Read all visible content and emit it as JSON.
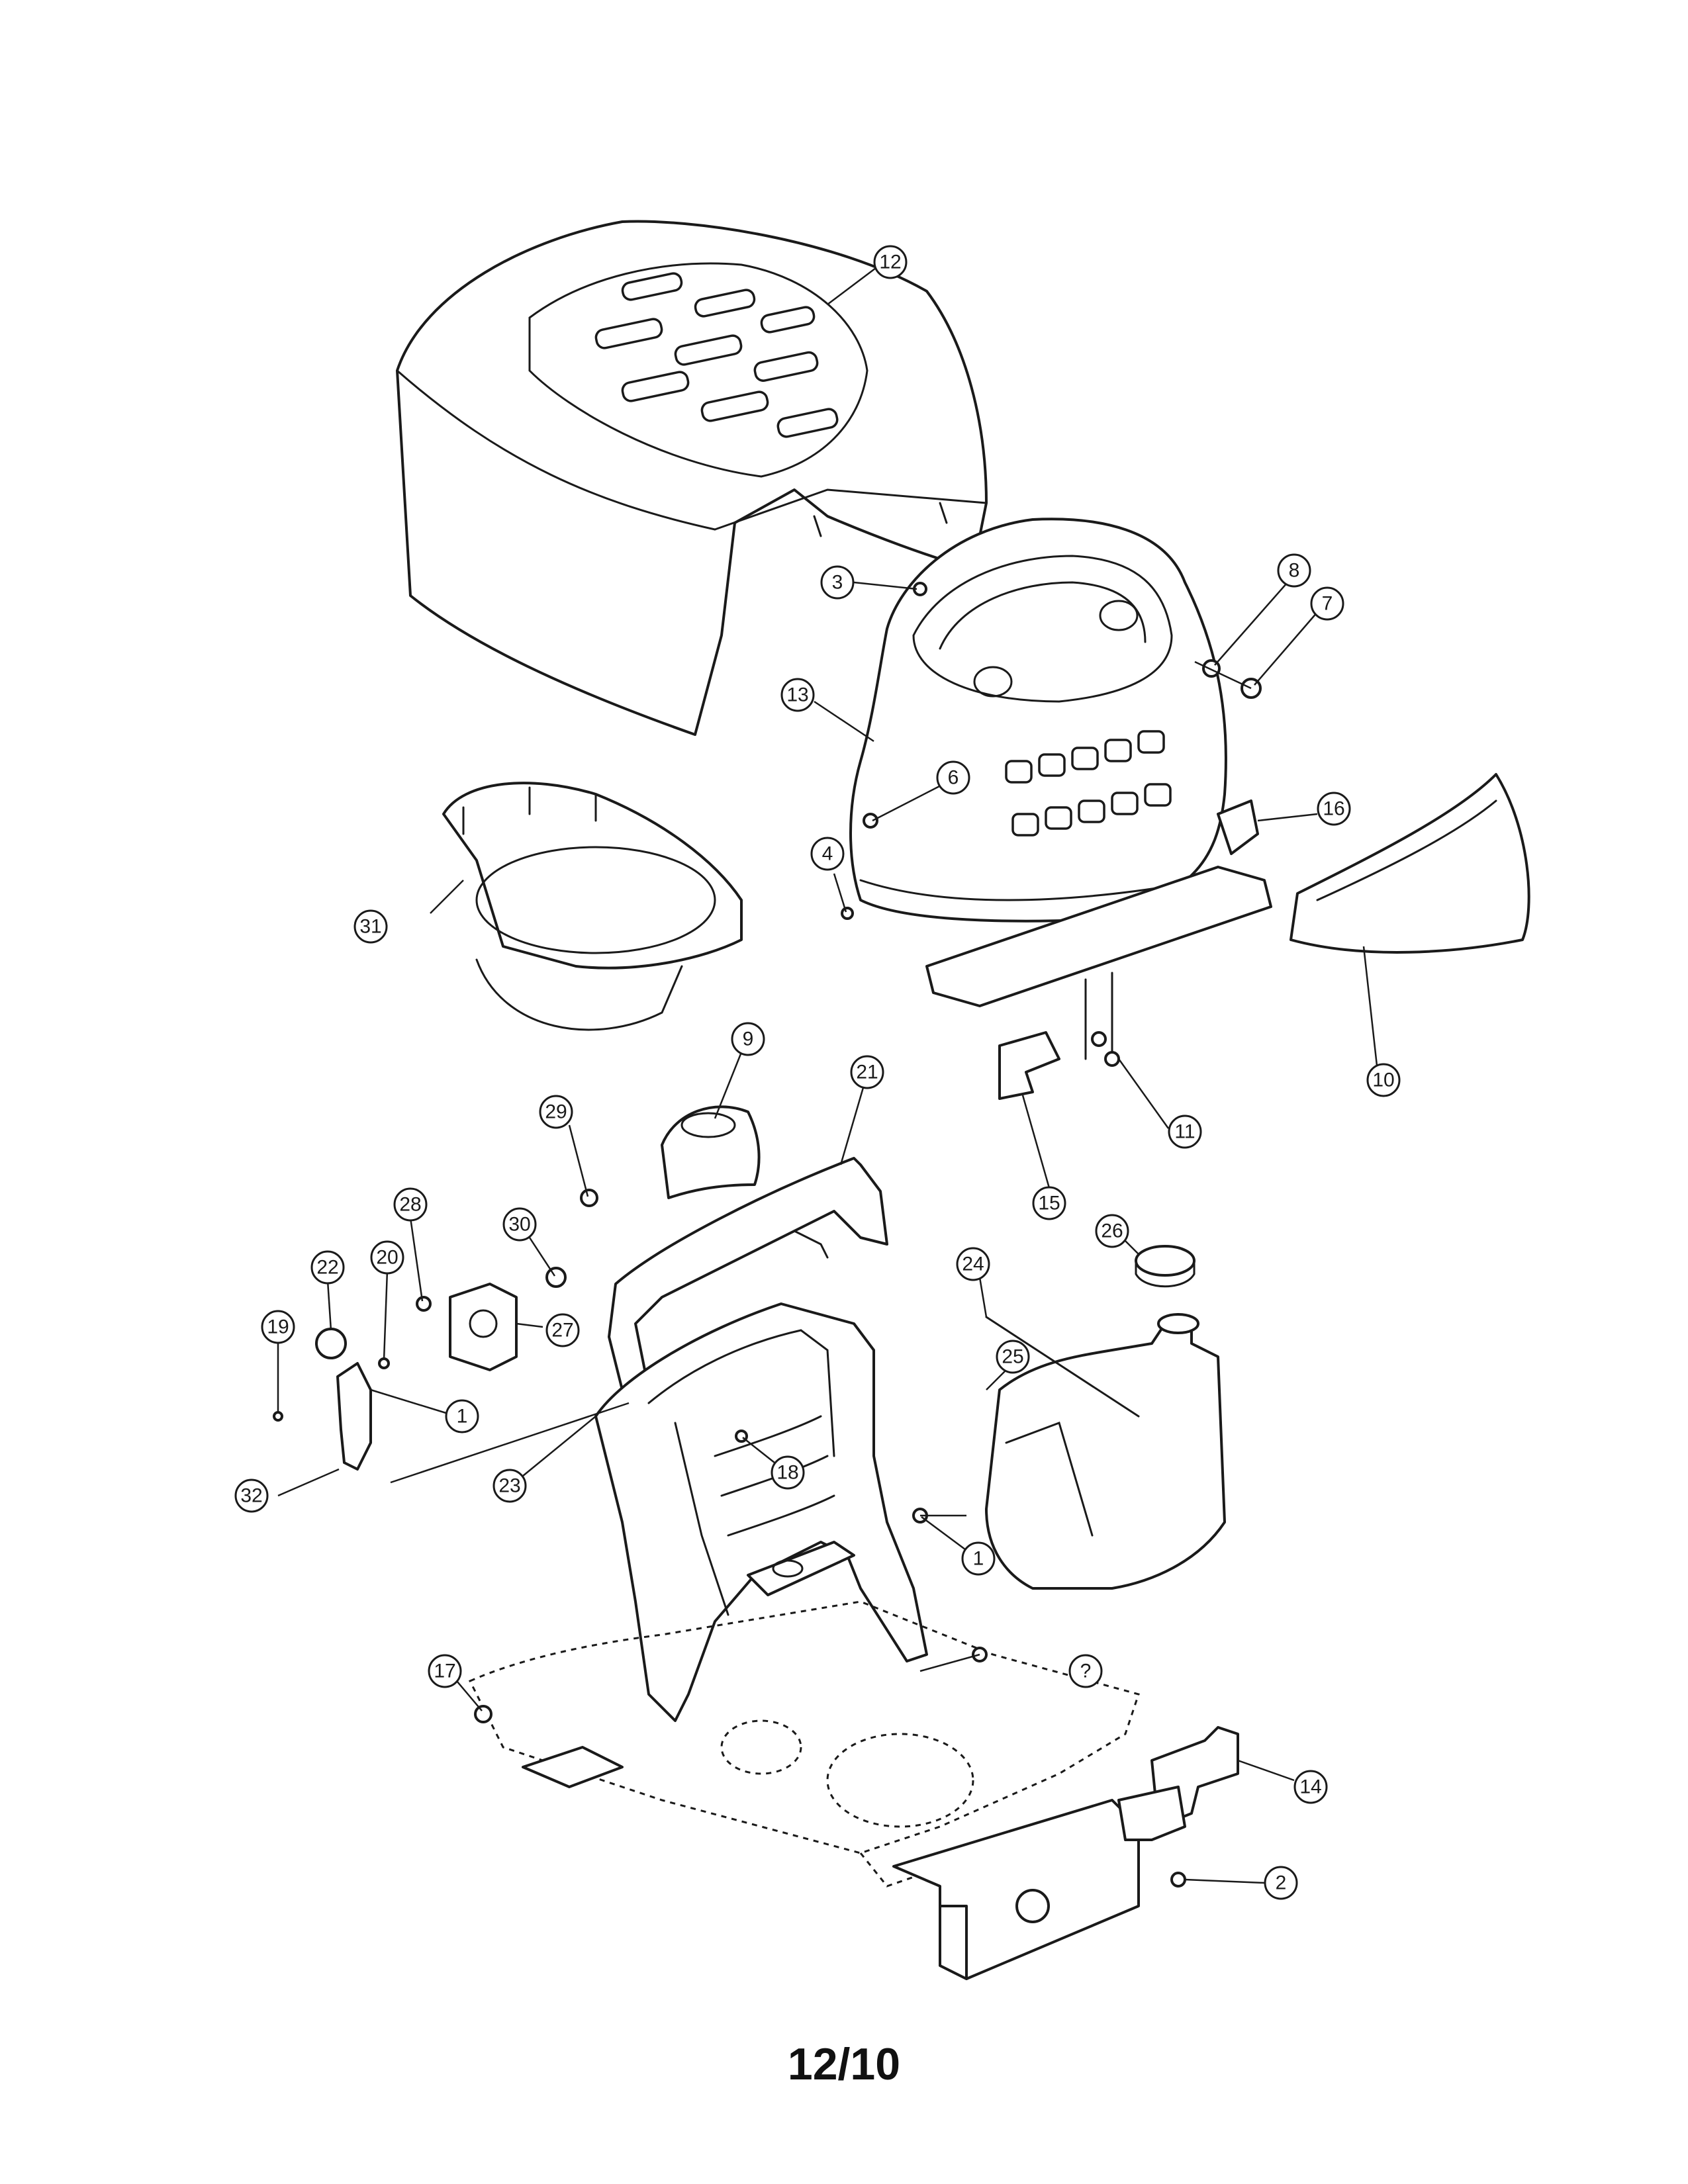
{
  "page": {
    "number": "12/10"
  },
  "callouts": [
    {
      "label": "1"
    },
    {
      "label": "1"
    },
    {
      "label": "2"
    },
    {
      "label": "3"
    },
    {
      "label": "4"
    },
    {
      "label": "6"
    },
    {
      "label": "7"
    },
    {
      "label": "8"
    },
    {
      "label": "9"
    },
    {
      "label": "10"
    },
    {
      "label": "11"
    },
    {
      "label": "12"
    },
    {
      "label": "13"
    },
    {
      "label": "14"
    },
    {
      "label": "15"
    },
    {
      "label": "16"
    },
    {
      "label": "17"
    },
    {
      "label": "18"
    },
    {
      "label": "19"
    },
    {
      "label": "20"
    },
    {
      "label": "21"
    },
    {
      "label": "22"
    },
    {
      "label": "23"
    },
    {
      "label": "24"
    },
    {
      "label": "25"
    },
    {
      "label": "26"
    },
    {
      "label": "27"
    },
    {
      "label": "28"
    },
    {
      "label": "29"
    },
    {
      "label": "30"
    },
    {
      "label": "31"
    },
    {
      "label": "32"
    },
    {
      "label": "?"
    }
  ]
}
